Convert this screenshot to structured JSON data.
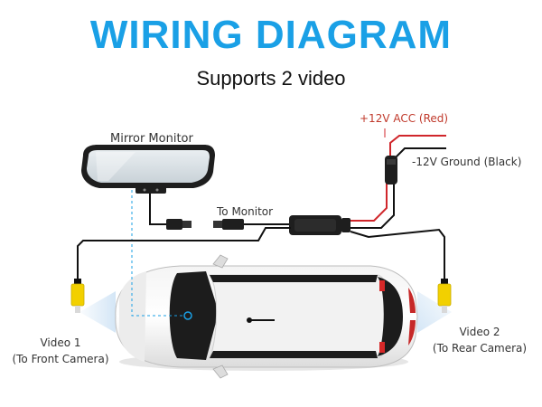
{
  "header": {
    "title": "WIRING DIAGRAM",
    "subtitle": "Supports 2 video"
  },
  "labels": {
    "mirror_monitor": "Mirror Monitor",
    "to_monitor": "To Monitor",
    "acc": "+12V ACC (Red)",
    "ground": "-12V Ground (Black)",
    "video1_line1": "Video 1",
    "video1_line2": "(To Front Camera)",
    "video2_line1": "Video 2",
    "video2_line2": "(To Rear Camera)"
  },
  "colors": {
    "title": "#1aa0e6",
    "acc_wire": "#d0262b",
    "ground_wire": "#111111",
    "rca_connector": "#f2d000",
    "camera_beam": "#cfe3f5"
  },
  "icons": {
    "mirror": "rearview-mirror-monitor",
    "car": "car-top-view",
    "connector": "wire-harness-connector",
    "rca": "yellow-rca-plug"
  }
}
